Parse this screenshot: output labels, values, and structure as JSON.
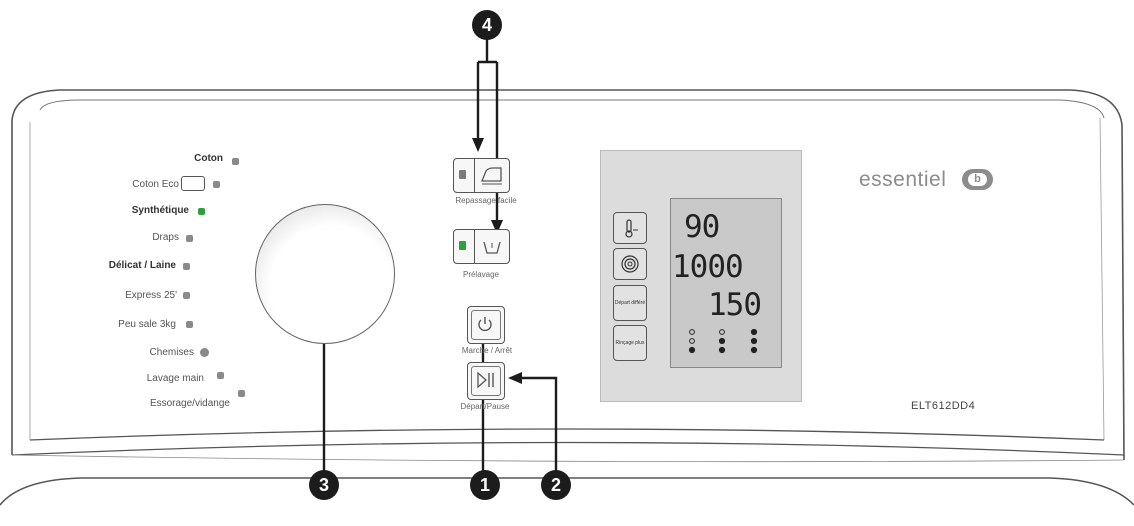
{
  "programs": [
    {
      "label": "Coton",
      "bold": true,
      "dot": "gray"
    },
    {
      "label": "Coton Eco",
      "bold": false,
      "dot": "gray",
      "eco_icon": true
    },
    {
      "label": "Synthétique",
      "bold": true,
      "dot": "green"
    },
    {
      "label": "Draps",
      "bold": false,
      "dot": "gray"
    },
    {
      "label": "Délicat / Laine",
      "bold": true,
      "dot": "gray"
    },
    {
      "label": "Express 25'",
      "bold": false,
      "dot": "gray"
    },
    {
      "label": "Peu sale 3kg",
      "bold": false,
      "dot": "gray"
    },
    {
      "label": "Chemises",
      "bold": false,
      "dot": "round"
    },
    {
      "label": "Lavage main",
      "bold": false,
      "dot": "gray"
    },
    {
      "label": "Essorage/vidange",
      "bold": false,
      "dot": "gray"
    }
  ],
  "buttons": {
    "repassage": "Repassage facile",
    "prelavage": "Prélavage",
    "power": "Marche / Arrêt",
    "start_pause": "Départ/Pause"
  },
  "display": {
    "temperature": "90",
    "spin": "1000",
    "time": "150",
    "side_buttons": [
      "Départ différé",
      "Rinçage plus"
    ]
  },
  "brand": "essentiel",
  "brand_logo_text": "b",
  "model": "ELT612DD4",
  "callouts": [
    "1",
    "2",
    "3",
    "4"
  ],
  "colors": {
    "panel_line": "#555555",
    "green_led": "#2e9e3e",
    "lcd_bg": "#c9c9c9",
    "lcd_frame": "#dcdcdc",
    "badge": "#1c1c1c",
    "brand": "#8c8c8c"
  }
}
